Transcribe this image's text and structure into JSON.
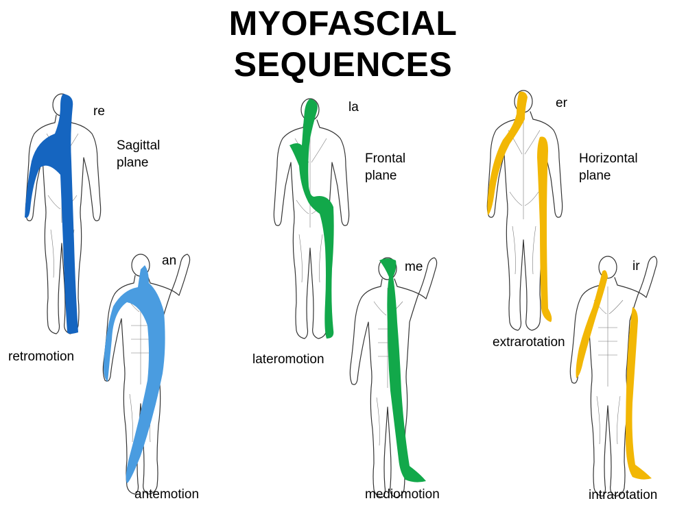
{
  "title": {
    "line1": "MYOFASCIAL",
    "line2": "SEQUENCES"
  },
  "groups": [
    {
      "plane": {
        "line1": "Sagittal",
        "line2": "plane"
      },
      "figures": [
        {
          "code": "re",
          "caption": "retromotion",
          "color": "#1565c0"
        },
        {
          "code": "an",
          "caption": "antemotion",
          "color": "#4a9ce0"
        }
      ]
    },
    {
      "plane": {
        "line1": "Frontal",
        "line2": "plane"
      },
      "figures": [
        {
          "code": "la",
          "caption": "lateromotion",
          "color": "#12a84a"
        },
        {
          "code": "me",
          "caption": "mediomotion",
          "color": "#12a84a"
        }
      ]
    },
    {
      "plane": {
        "line1": "Horizontal",
        "line2": "plane"
      },
      "figures": [
        {
          "code": "er",
          "caption": "extrarotation",
          "color": "#f2b705"
        },
        {
          "code": "ir",
          "caption": "intrarotation",
          "color": "#f2b705"
        }
      ]
    }
  ]
}
